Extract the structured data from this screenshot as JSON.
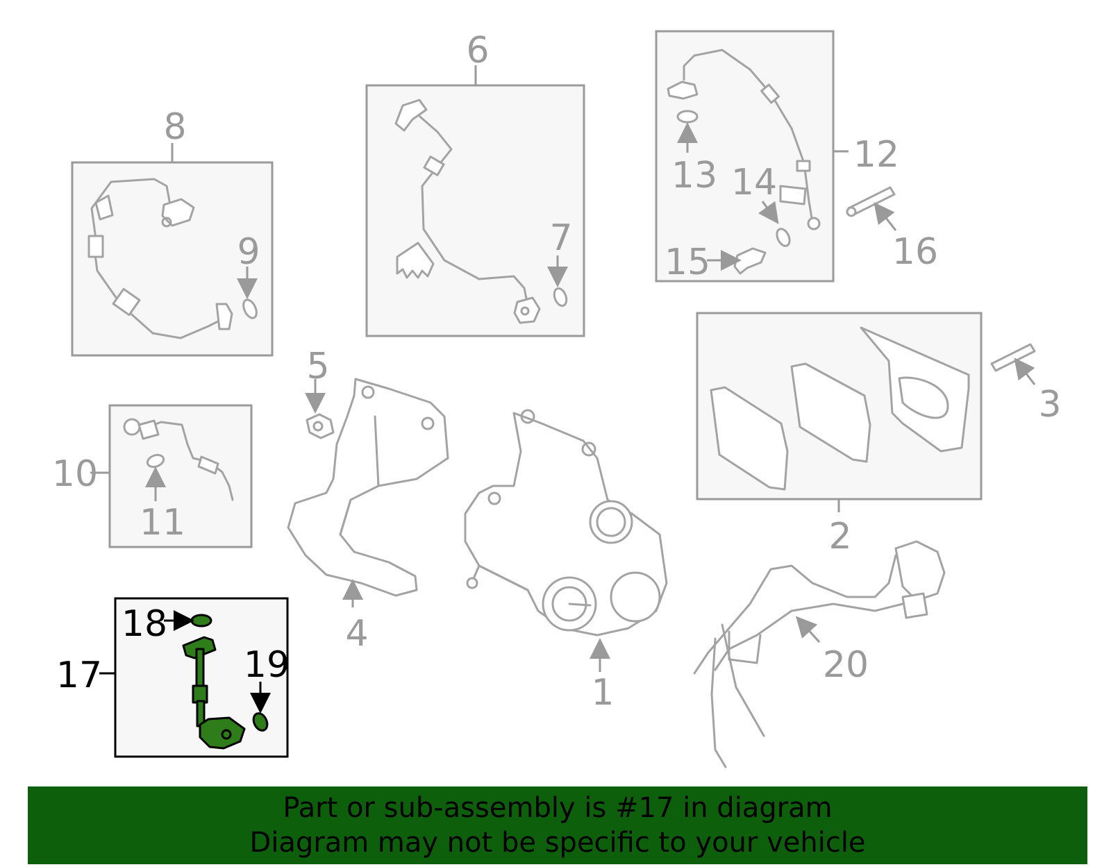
{
  "callouts": {
    "c1": "1",
    "c2": "2",
    "c3": "3",
    "c4": "4",
    "c5": "5",
    "c6": "6",
    "c7": "7",
    "c8": "8",
    "c9": "9",
    "c10": "10",
    "c11": "11",
    "c12": "12",
    "c13": "13",
    "c14": "14",
    "c15": "15",
    "c16": "16",
    "c17": "17",
    "c18": "18",
    "c19": "19",
    "c20": "20"
  },
  "highlight": {
    "part": "17",
    "color": "#2e7d1a"
  },
  "banner": {
    "line1": "Part or sub-assembly is #17 in diagram",
    "line2": "Diagram may not be specific to your vehicle",
    "background": "#0e5f0c"
  }
}
